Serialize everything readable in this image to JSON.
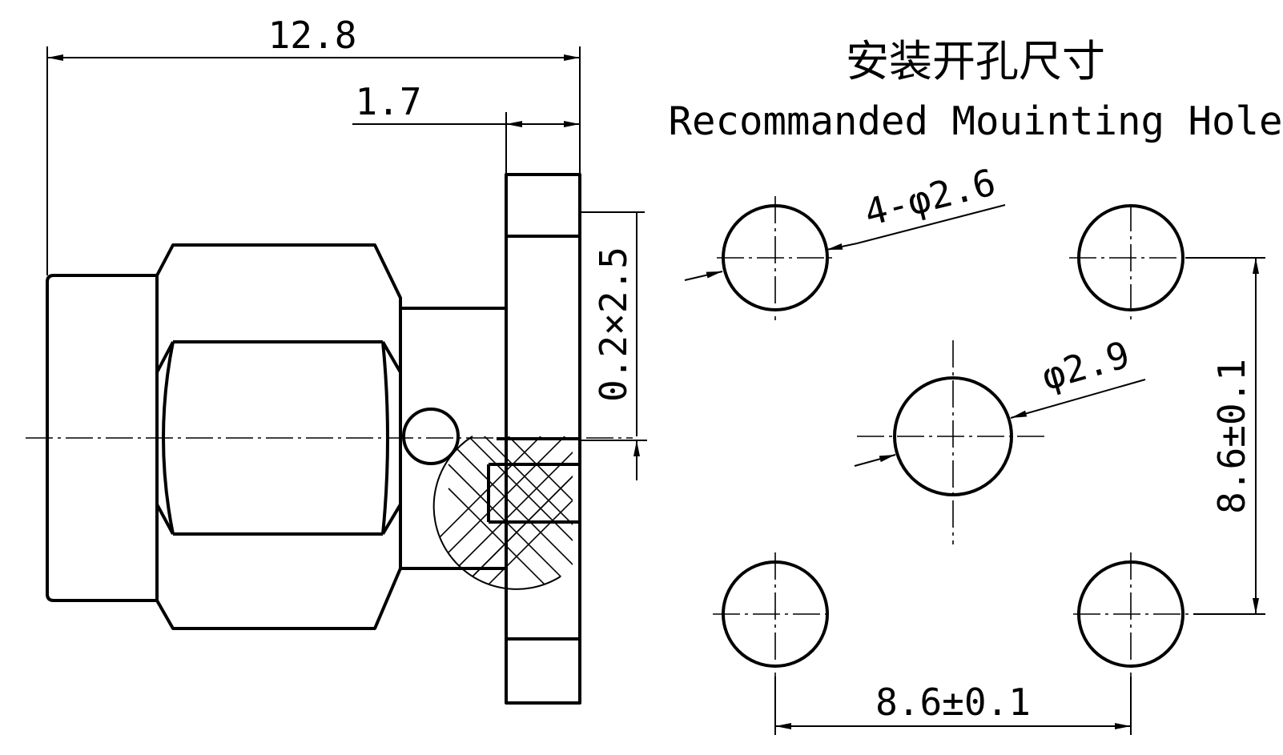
{
  "drawing": {
    "title_cn": "安装开孔尺寸",
    "title_en": "Recommanded Mouinting Hole",
    "dimensions": {
      "overall_length": "12.8",
      "flange_thickness": "1.7",
      "pin_offset": "0.2×2.5",
      "corner_hole_diameter": "4-φ2.6",
      "center_hole_diameter": "φ2.9",
      "hole_spacing_vertical": "8.6±0.1",
      "hole_spacing_horizontal": "8.6±0.1"
    }
  }
}
